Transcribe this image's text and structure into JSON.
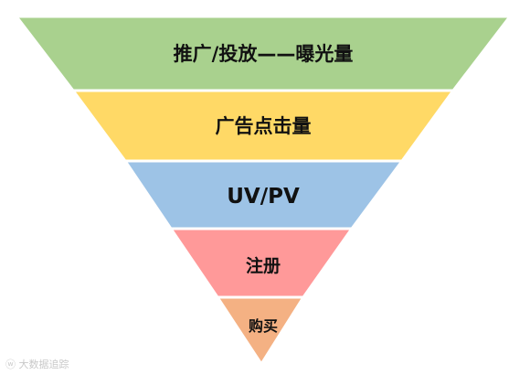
{
  "funnel": {
    "stages": [
      {
        "label": "推广/投放——曝光量",
        "color": "#a9d18e"
      },
      {
        "label": "广告点击量",
        "color": "#ffd966"
      },
      {
        "label": "UV/PV",
        "color": "#9dc3e6"
      },
      {
        "label": "注册",
        "color": "#ff9999"
      },
      {
        "label": "购买",
        "color": "#f4b183"
      }
    ],
    "stroke_color": "#ffffff"
  },
  "watermark": {
    "text": "大数据追踪",
    "icon": "logo-icon"
  }
}
